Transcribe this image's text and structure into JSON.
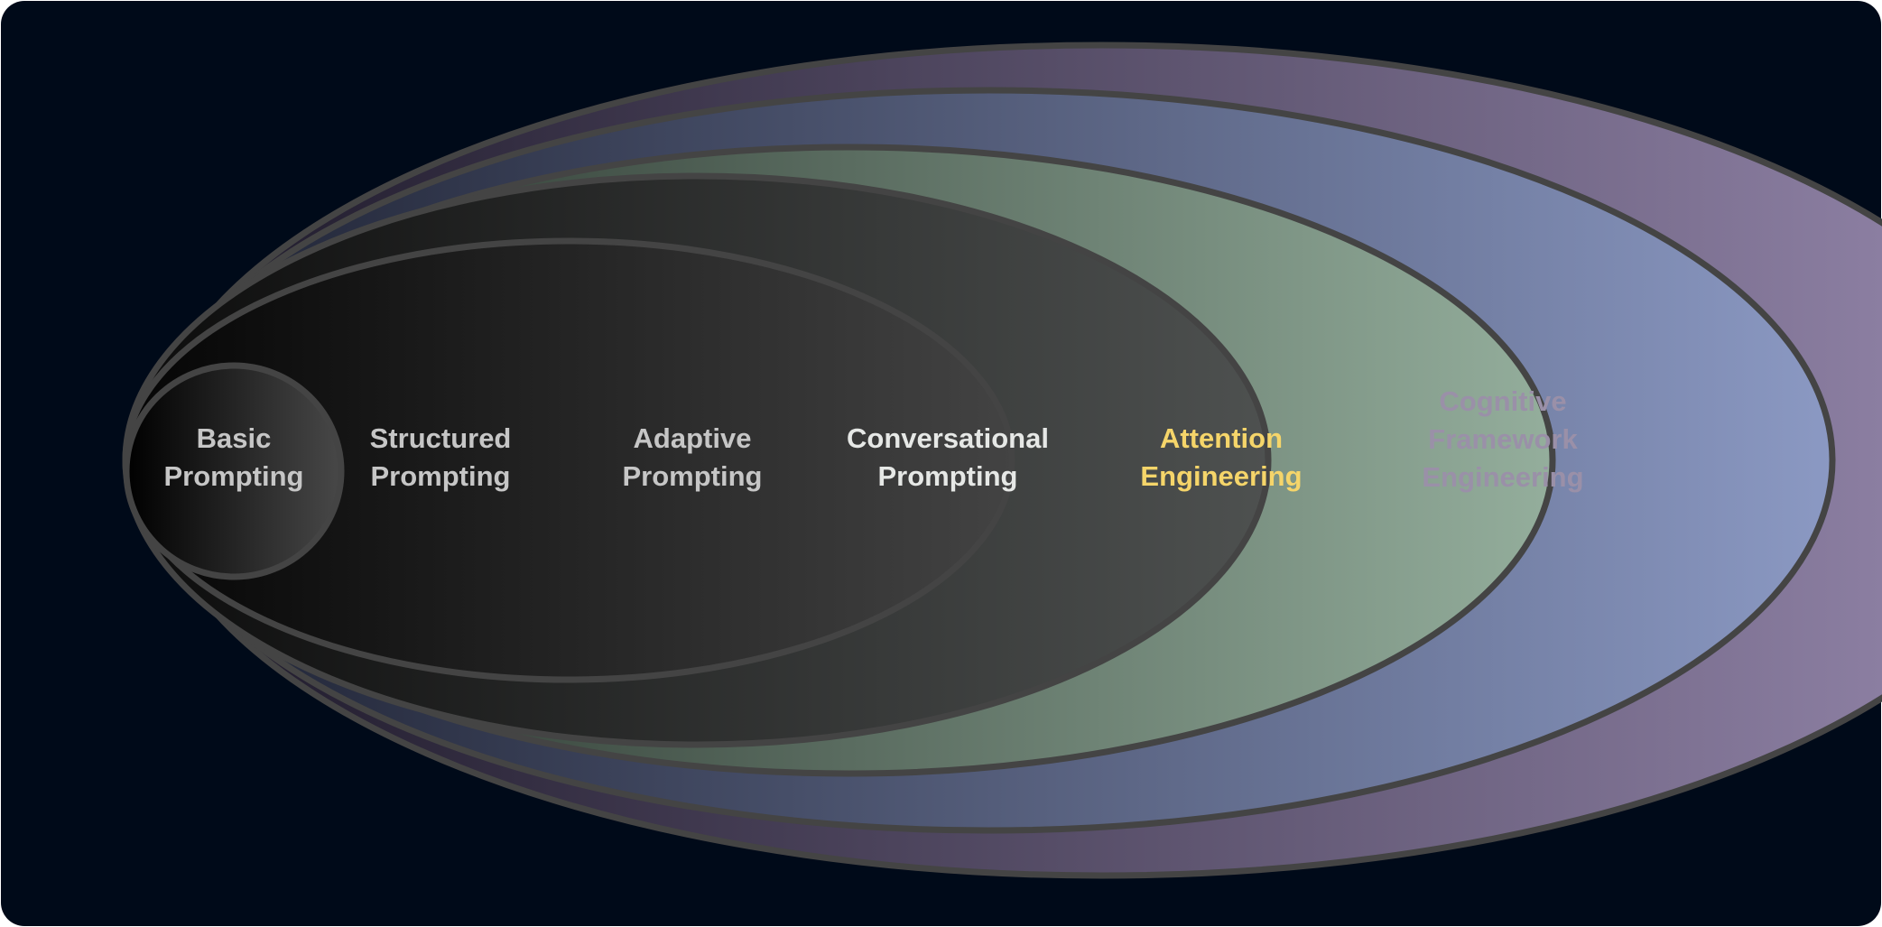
{
  "diagram": {
    "background_color": "#000a19",
    "outline_color": "#444444",
    "layers": [
      {
        "id": "cognitive-framework-engineering",
        "lines": [
          "Cognitive",
          "Framework",
          "Engineering"
        ],
        "label_color": "#9a90a8",
        "gradient": [
          "#1c1828",
          "#9688ad"
        ]
      },
      {
        "id": "attention-engineering",
        "lines": [
          "Attention",
          "Engineering"
        ],
        "label_color": "#f5d56a",
        "gradient": [
          "#1c2030",
          "#8b99c3"
        ]
      },
      {
        "id": "conversational-prompting",
        "lines": [
          "Conversational",
          "Prompting"
        ],
        "label_color": "#e6e8e6",
        "gradient": [
          "#202a24",
          "#94ae9c"
        ]
      },
      {
        "id": "adaptive-prompting",
        "lines": [
          "Adaptive",
          "Prompting"
        ],
        "label_color": "#c6c6c6",
        "gradient": [
          "#0c0c0c",
          "#4e5150"
        ]
      },
      {
        "id": "structured-prompting",
        "lines": [
          "Structured",
          "Prompting"
        ],
        "label_color": "#c6c6c6",
        "gradient": [
          "#050505",
          "#434343"
        ]
      },
      {
        "id": "basic-prompting",
        "lines": [
          "Basic",
          "Prompting"
        ],
        "label_color": "#c6c6c6",
        "gradient": [
          "#000000",
          "#484848"
        ]
      }
    ]
  }
}
